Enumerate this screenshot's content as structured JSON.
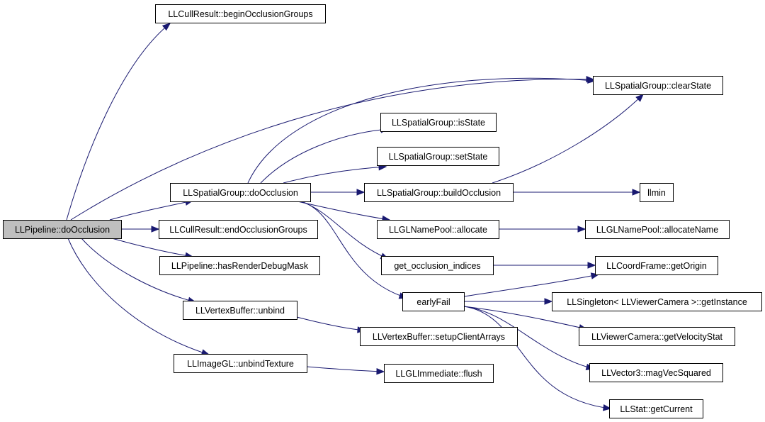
{
  "diagram": {
    "colors": {
      "edge": "#191970",
      "root_fill": "#bfbfbf",
      "node_fill": "#ffffff",
      "border": "#000000"
    },
    "nodes": [
      {
        "id": "doOcclusionPipe",
        "label": "LLPipeline::doOcclusion",
        "root": true
      },
      {
        "id": "beginOcc",
        "label": "LLCullResult::beginOcclusionGroups"
      },
      {
        "id": "clearState",
        "label": "LLSpatialGroup::clearState"
      },
      {
        "id": "isState",
        "label": "LLSpatialGroup::isState"
      },
      {
        "id": "setState",
        "label": "LLSpatialGroup::setState"
      },
      {
        "id": "sgDoOcc",
        "label": "LLSpatialGroup::doOcclusion"
      },
      {
        "id": "buildOcc",
        "label": "LLSpatialGroup::buildOcclusion"
      },
      {
        "id": "llmin",
        "label": "llmin"
      },
      {
        "id": "endOcc",
        "label": "LLCullResult::endOcclusionGroups"
      },
      {
        "id": "nameAlloc",
        "label": "LLGLNamePool::allocate"
      },
      {
        "id": "allocName",
        "label": "LLGLNamePool::allocateName"
      },
      {
        "id": "hasRDM",
        "label": "LLPipeline::hasRenderDebugMask"
      },
      {
        "id": "getOccIdx",
        "label": "get_occlusion_indices"
      },
      {
        "id": "getOrigin",
        "label": "LLCoordFrame::getOrigin"
      },
      {
        "id": "earlyFail",
        "label": "earlyFail"
      },
      {
        "id": "getInstance",
        "label": "LLSingleton< LLViewerCamera >::getInstance"
      },
      {
        "id": "vbUnbind",
        "label": "LLVertexBuffer::unbind"
      },
      {
        "id": "getVelStat",
        "label": "LLViewerCamera::getVelocityStat"
      },
      {
        "id": "setupCA",
        "label": "LLVertexBuffer::setupClientArrays"
      },
      {
        "id": "unbindTex",
        "label": "LLImageGL::unbindTexture"
      },
      {
        "id": "flush",
        "label": "LLGLImmediate::flush"
      },
      {
        "id": "magVec",
        "label": "LLVector3::magVecSquared"
      },
      {
        "id": "getCurrent",
        "label": "LLStat::getCurrent"
      }
    ],
    "edges": [
      {
        "from": "doOcclusionPipe",
        "to": "beginOcc"
      },
      {
        "from": "doOcclusionPipe",
        "to": "clearState"
      },
      {
        "from": "doOcclusionPipe",
        "to": "sgDoOcc"
      },
      {
        "from": "doOcclusionPipe",
        "to": "endOcc"
      },
      {
        "from": "doOcclusionPipe",
        "to": "hasRDM"
      },
      {
        "from": "doOcclusionPipe",
        "to": "vbUnbind"
      },
      {
        "from": "doOcclusionPipe",
        "to": "unbindTex"
      },
      {
        "from": "sgDoOcc",
        "to": "clearState"
      },
      {
        "from": "sgDoOcc",
        "to": "isState"
      },
      {
        "from": "sgDoOcc",
        "to": "setState"
      },
      {
        "from": "sgDoOcc",
        "to": "buildOcc"
      },
      {
        "from": "sgDoOcc",
        "to": "nameAlloc"
      },
      {
        "from": "sgDoOcc",
        "to": "getOccIdx"
      },
      {
        "from": "sgDoOcc",
        "to": "earlyFail"
      },
      {
        "from": "buildOcc",
        "to": "clearState"
      },
      {
        "from": "buildOcc",
        "to": "llmin"
      },
      {
        "from": "nameAlloc",
        "to": "allocName"
      },
      {
        "from": "getOccIdx",
        "to": "getOrigin"
      },
      {
        "from": "earlyFail",
        "to": "getOrigin"
      },
      {
        "from": "earlyFail",
        "to": "getInstance"
      },
      {
        "from": "earlyFail",
        "to": "getVelStat"
      },
      {
        "from": "earlyFail",
        "to": "magVec"
      },
      {
        "from": "earlyFail",
        "to": "getCurrent"
      },
      {
        "from": "vbUnbind",
        "to": "setupCA"
      },
      {
        "from": "unbindTex",
        "to": "flush"
      }
    ]
  }
}
